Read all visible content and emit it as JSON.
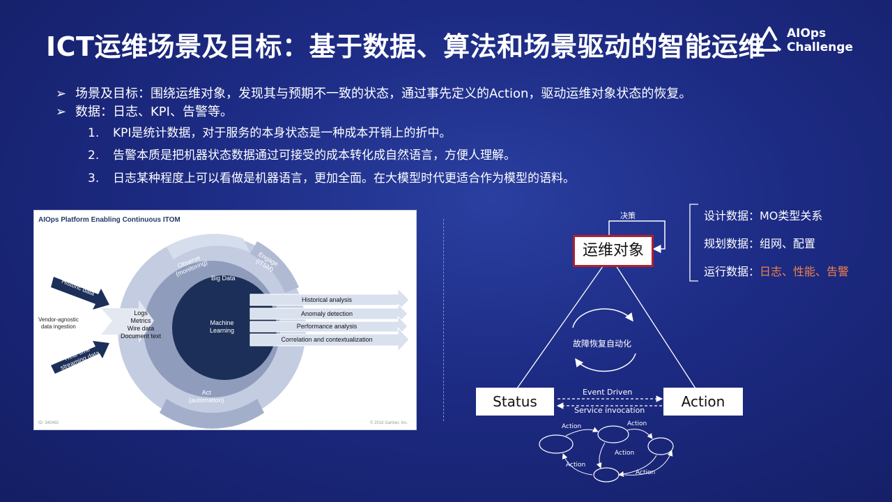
{
  "title": "ICT运维场景及目标：基于数据、算法和场景驱动的智能运维",
  "logo": {
    "line1": "AIOps",
    "line2": "Challenge"
  },
  "bullets": [
    {
      "arrow": "➢",
      "text": "场景及目标：围绕运维对象，发现其与预期不一致的状态，通过事先定义的Action，驱动运维对象状态的恢复。"
    },
    {
      "arrow": "➢",
      "text": "数据：日志、KPI、告警等。"
    }
  ],
  "numbered": [
    {
      "num": "1.",
      "text": "KPI是统计数据，对于服务的本身状态是一种成本开销上的折中。"
    },
    {
      "num": "2.",
      "text": "告警本质是把机器状态数据通过可接受的成本转化成自然语言，方便人理解。"
    },
    {
      "num": "3.",
      "text": "日志某种程度上可以看做是机器语言，更加全面。在大模型时代更适合作为模型的语料。"
    }
  ],
  "gartner": {
    "title": "AIOps Platform Enabling Continuous ITOM",
    "observe": [
      "Observe",
      "(monitoring)"
    ],
    "engage": [
      "Engage",
      "(ITSM)"
    ],
    "act": [
      "Act",
      "(automation)"
    ],
    "big_data": "Big Data",
    "ml": [
      "Machine",
      "Learning"
    ],
    "historic": "Historic data",
    "realtime": [
      "Real-time",
      "streaming data"
    ],
    "vendor": [
      "Vendor-agnostic",
      "data ingestion"
    ],
    "inputs": [
      "Logs",
      "Metrics",
      "Wire data",
      "Document text"
    ],
    "outputs": [
      "Historical analysis",
      "Anomaly detection",
      "Performance analysis",
      "Correlation and contextualization"
    ],
    "id": "ID: 340492",
    "copyright": "© 2018 Gartner, Inc."
  },
  "right": {
    "decision": "决策",
    "object": "运维对象",
    "design": "设计数据：MO类型关系",
    "plan": "规划数据：组网、配置",
    "run_prefix": "运行数据：",
    "run_highlight": "日志、性能、告警",
    "cycle": "故障恢复自动化",
    "status": "Status",
    "action": "Action",
    "event_driven": "Event Driven",
    "service_invocation": "Service invocation",
    "action_label": "Action"
  },
  "colors": {
    "highlight": "#f0824a",
    "object_border": "#b0202a"
  }
}
